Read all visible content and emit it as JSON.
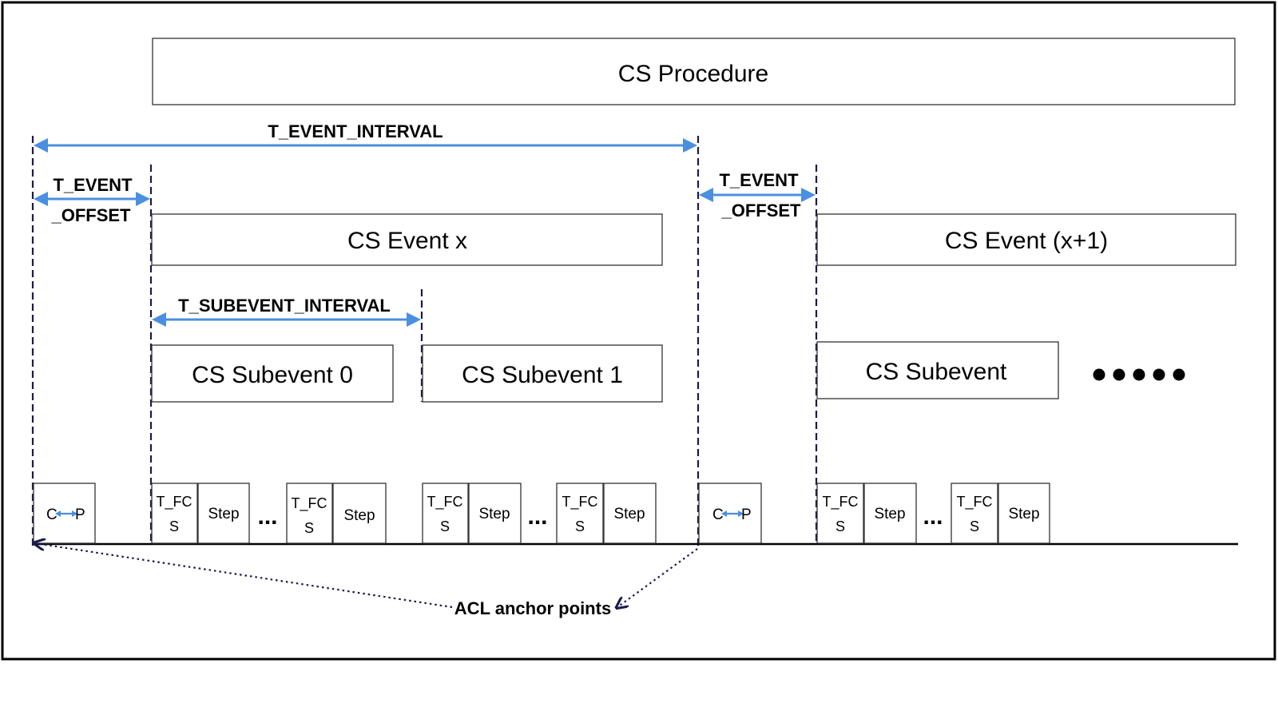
{
  "procedure": {
    "label": "CS Procedure"
  },
  "events": {
    "x": "CS Event x",
    "x1": "CS Event (x+1)"
  },
  "subevents": {
    "s0": "CS Subevent 0",
    "s1": "CS Subevent 1",
    "s_next": "CS Subevent"
  },
  "intervals": {
    "event_interval": "T_EVENT_INTERVAL",
    "event_offset_line1": "T_EVENT",
    "event_offset_line2": "_OFFSET",
    "subevent_interval": "T_SUBEVENT_INTERVAL"
  },
  "slots": {
    "cp_left": "C",
    "cp_right": "P",
    "tfcs_line1": "T_FC",
    "tfcs_line2": "S",
    "step": "Step",
    "ellipsis": "..."
  },
  "annotation": {
    "acl": "ACL anchor points"
  },
  "colors": {
    "arrow": "#4a8fe0",
    "dashed": "#1a1a4d"
  }
}
